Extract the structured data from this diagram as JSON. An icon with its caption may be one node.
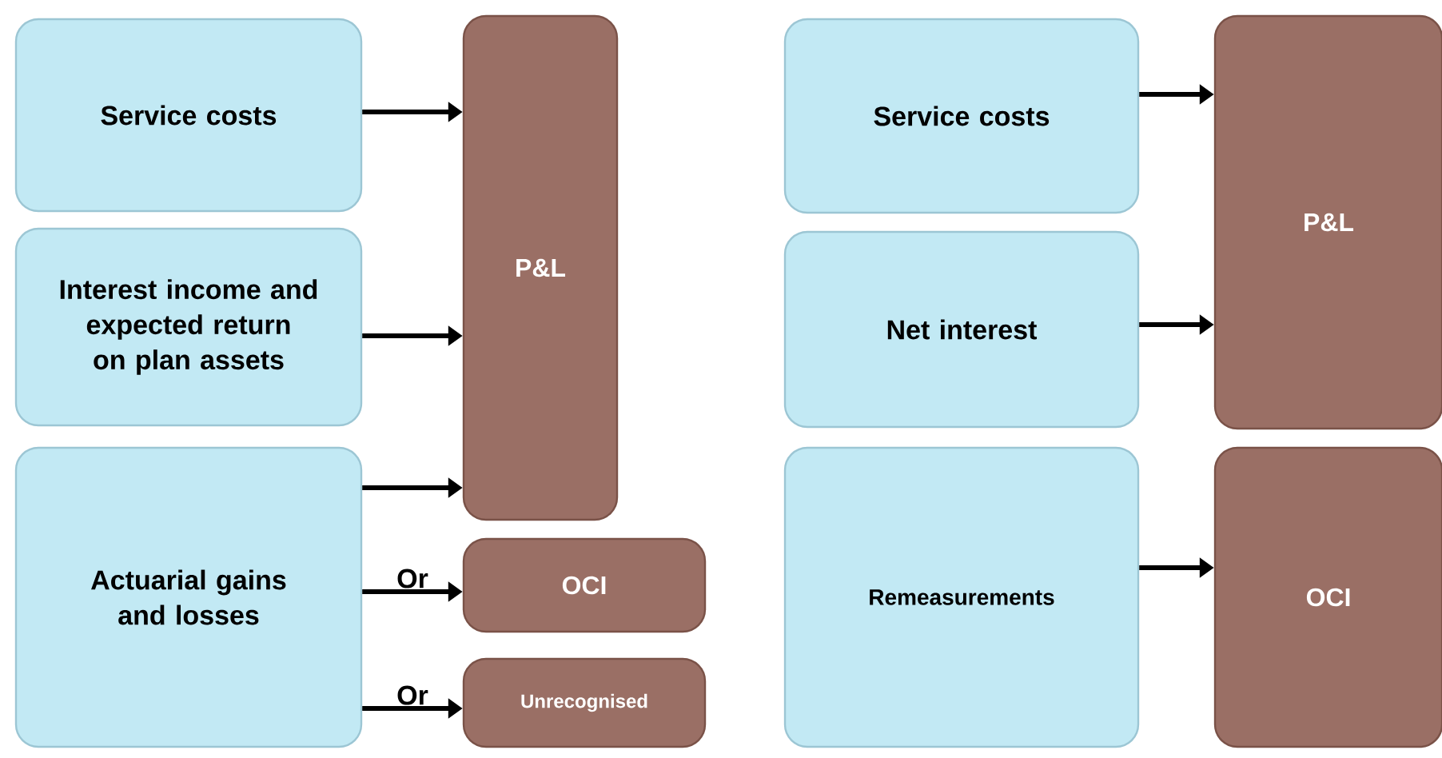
{
  "diagram": {
    "nodes": [
      {
        "text": [
          "Service costs"
        ]
      },
      {
        "text": [
          "Interest income and expected return on plan assets"
        ]
      },
      {
        "text": [
          "Actuarial gains and losses"
        ]
      },
      {
        "text": [
          "P&L"
        ]
      },
      {
        "text": [
          "OCI"
        ]
      },
      {
        "text": [
          "Unrecognised"
        ]
      },
      {
        "text": [
          "Service costs"
        ]
      },
      {
        "text": [
          "Net interest"
        ]
      },
      {
        "text": [
          "Remeasurements"
        ]
      },
      {
        "text": [
          "P&L"
        ]
      },
      {
        "text": [
          "OCI"
        ]
      }
    ],
    "edges": [
      {
        "from": 0,
        "to": 3,
        "arrow": "to"
      },
      {
        "from": 1,
        "to": 3,
        "arrow": "to"
      },
      {
        "from": 2,
        "to": 3,
        "arrow": "to"
      },
      {
        "from": 2,
        "to": 4,
        "arrow": "to",
        "label": "Or"
      },
      {
        "from": 2,
        "to": 5,
        "arrow": "to",
        "label": "Or"
      },
      {
        "from": 6,
        "to": 9,
        "arrow": "to"
      },
      {
        "from": 7,
        "to": 9,
        "arrow": "to"
      },
      {
        "from": 8,
        "to": 10,
        "arrow": "to"
      }
    ]
  }
}
